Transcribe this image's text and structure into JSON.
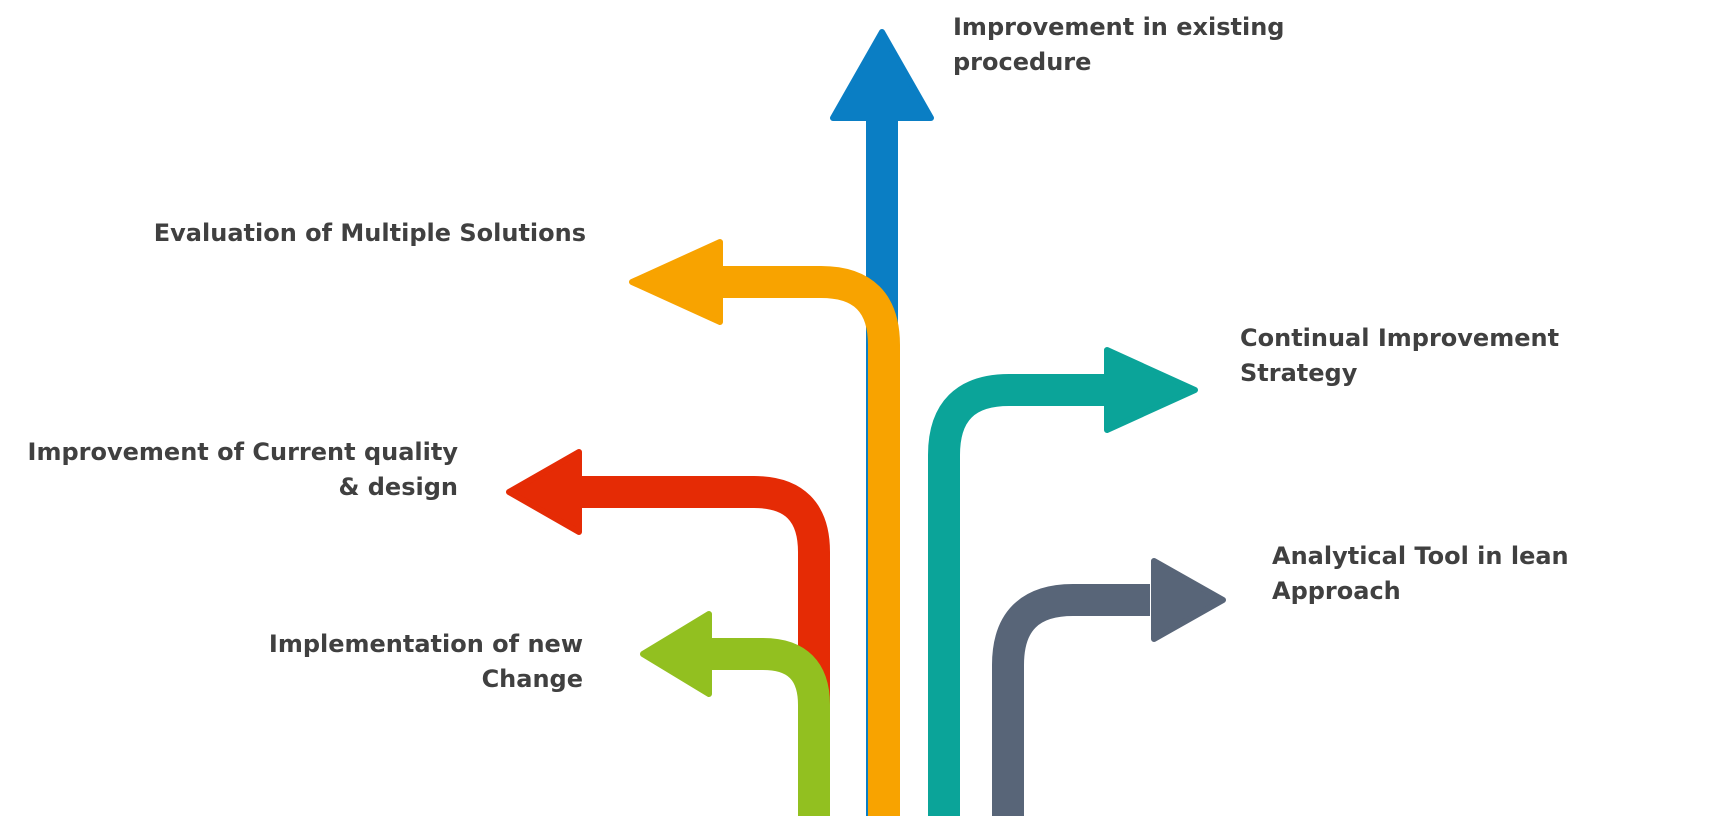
{
  "arrows": [
    {
      "id": "improvement-existing-procedure",
      "label_lines": [
        "Improvement in existing",
        "procedure"
      ],
      "color": "#0A7EC4",
      "direction": "up"
    },
    {
      "id": "evaluation-multiple-solutions",
      "label_lines": [
        "Evaluation of Multiple Solutions"
      ],
      "color": "#F8A300",
      "direction": "left"
    },
    {
      "id": "continual-improvement-strategy",
      "label_lines": [
        "Continual Improvement",
        "Strategy"
      ],
      "color": "#0BA499",
      "direction": "right"
    },
    {
      "id": "improvement-current-quality",
      "label_lines": [
        "Improvement of Current quality",
        "& design"
      ],
      "color": "#E52B05",
      "direction": "left"
    },
    {
      "id": "analytical-tool-lean",
      "label_lines": [
        "Analytical Tool in lean",
        "Approach"
      ],
      "color": "#586578",
      "direction": "right"
    },
    {
      "id": "implementation-new-change",
      "label_lines": [
        "Implementation of new",
        "Change"
      ],
      "color": "#92C020",
      "direction": "left"
    }
  ]
}
